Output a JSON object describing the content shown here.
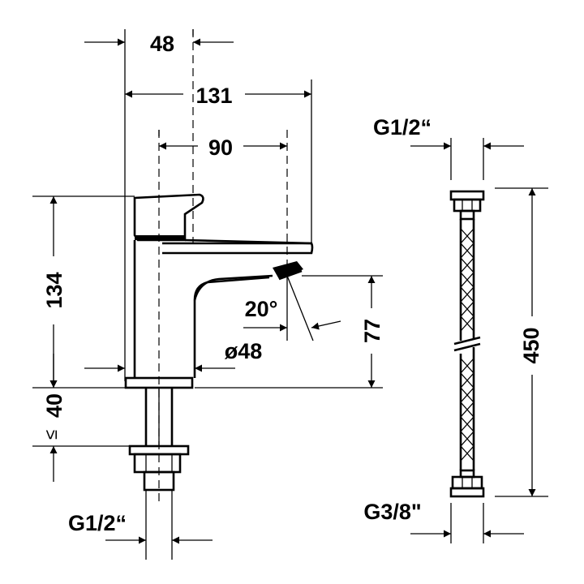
{
  "dimensions": {
    "width_top": "48",
    "width_total": "131",
    "reach": "90",
    "height": "134",
    "outlet_height": "77",
    "angle": "20°",
    "base_diameter": "ø48",
    "max_counter": "40",
    "max_symbol": "≤",
    "thread_tap": "G1/2“",
    "hose_top": "G1/2“",
    "hose_bottom": "G3/8\"",
    "hose_length": "450"
  },
  "colors": {
    "line": "#000000",
    "background": "#ffffff"
  }
}
